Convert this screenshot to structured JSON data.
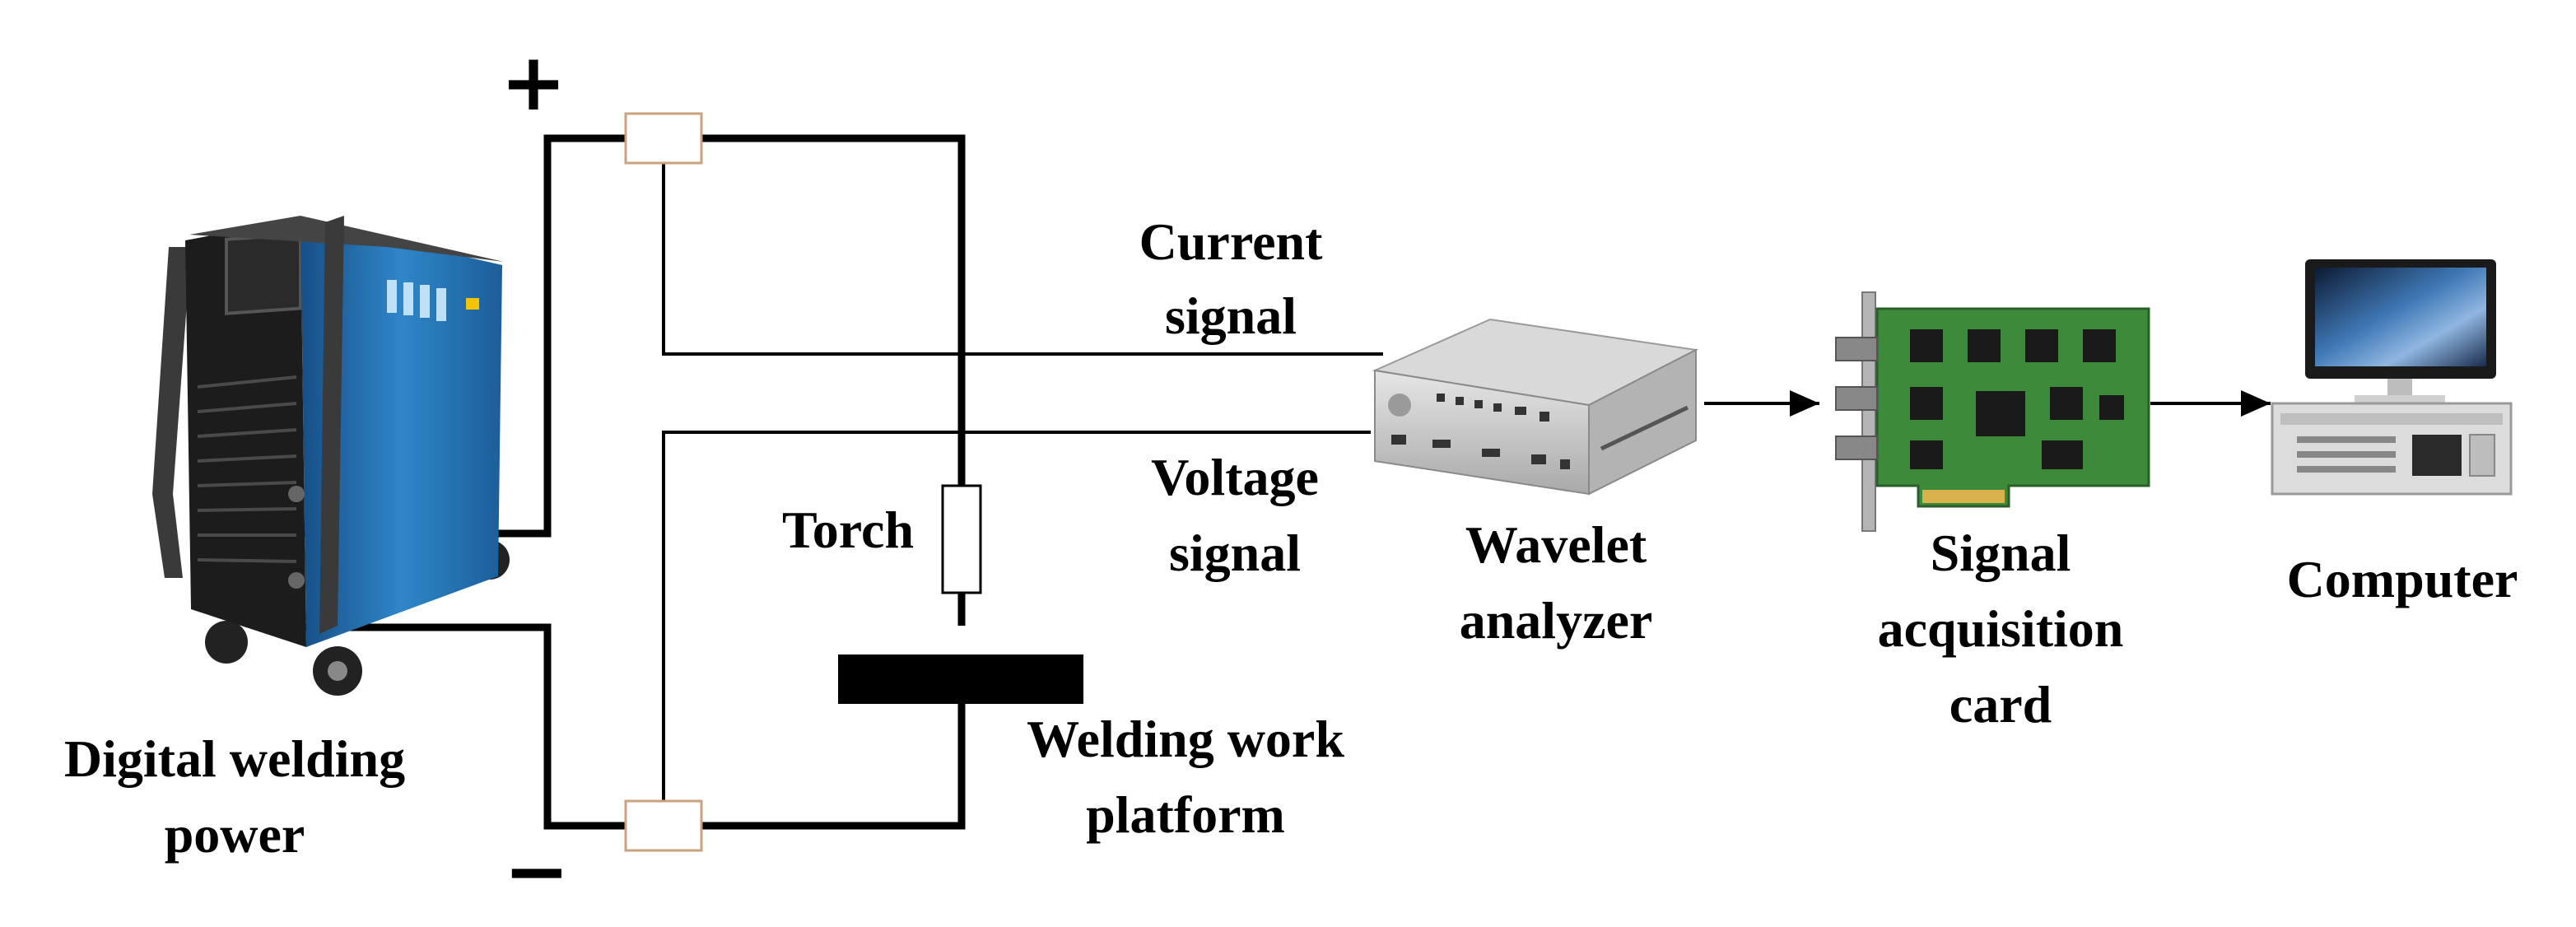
{
  "symbols": {
    "plus": "+",
    "minus": "−"
  },
  "labels": {
    "power_line1": "Digital welding",
    "power_line2": "power",
    "torch": "Torch",
    "current_line1": "Current",
    "current_line2": "signal",
    "voltage_line1": "Voltage",
    "voltage_line2": "signal",
    "platform_line1": "Welding work",
    "platform_line2": "platform",
    "analyzer_line1": "Wavelet",
    "analyzer_line2": "analyzer",
    "card_line1": "Signal",
    "card_line2": "acquisition",
    "card_line3": "card",
    "computer": "Computer"
  },
  "colors": {
    "wire": "#000000",
    "sensor_box_stroke": "#c9a27e",
    "welder_body": "#1f6fb0",
    "welder_frame": "#2a2a2a",
    "analyzer_body": "#c8c8c8",
    "card_pcb": "#3d8a3a",
    "monitor_screen": "#2b4f7a"
  }
}
